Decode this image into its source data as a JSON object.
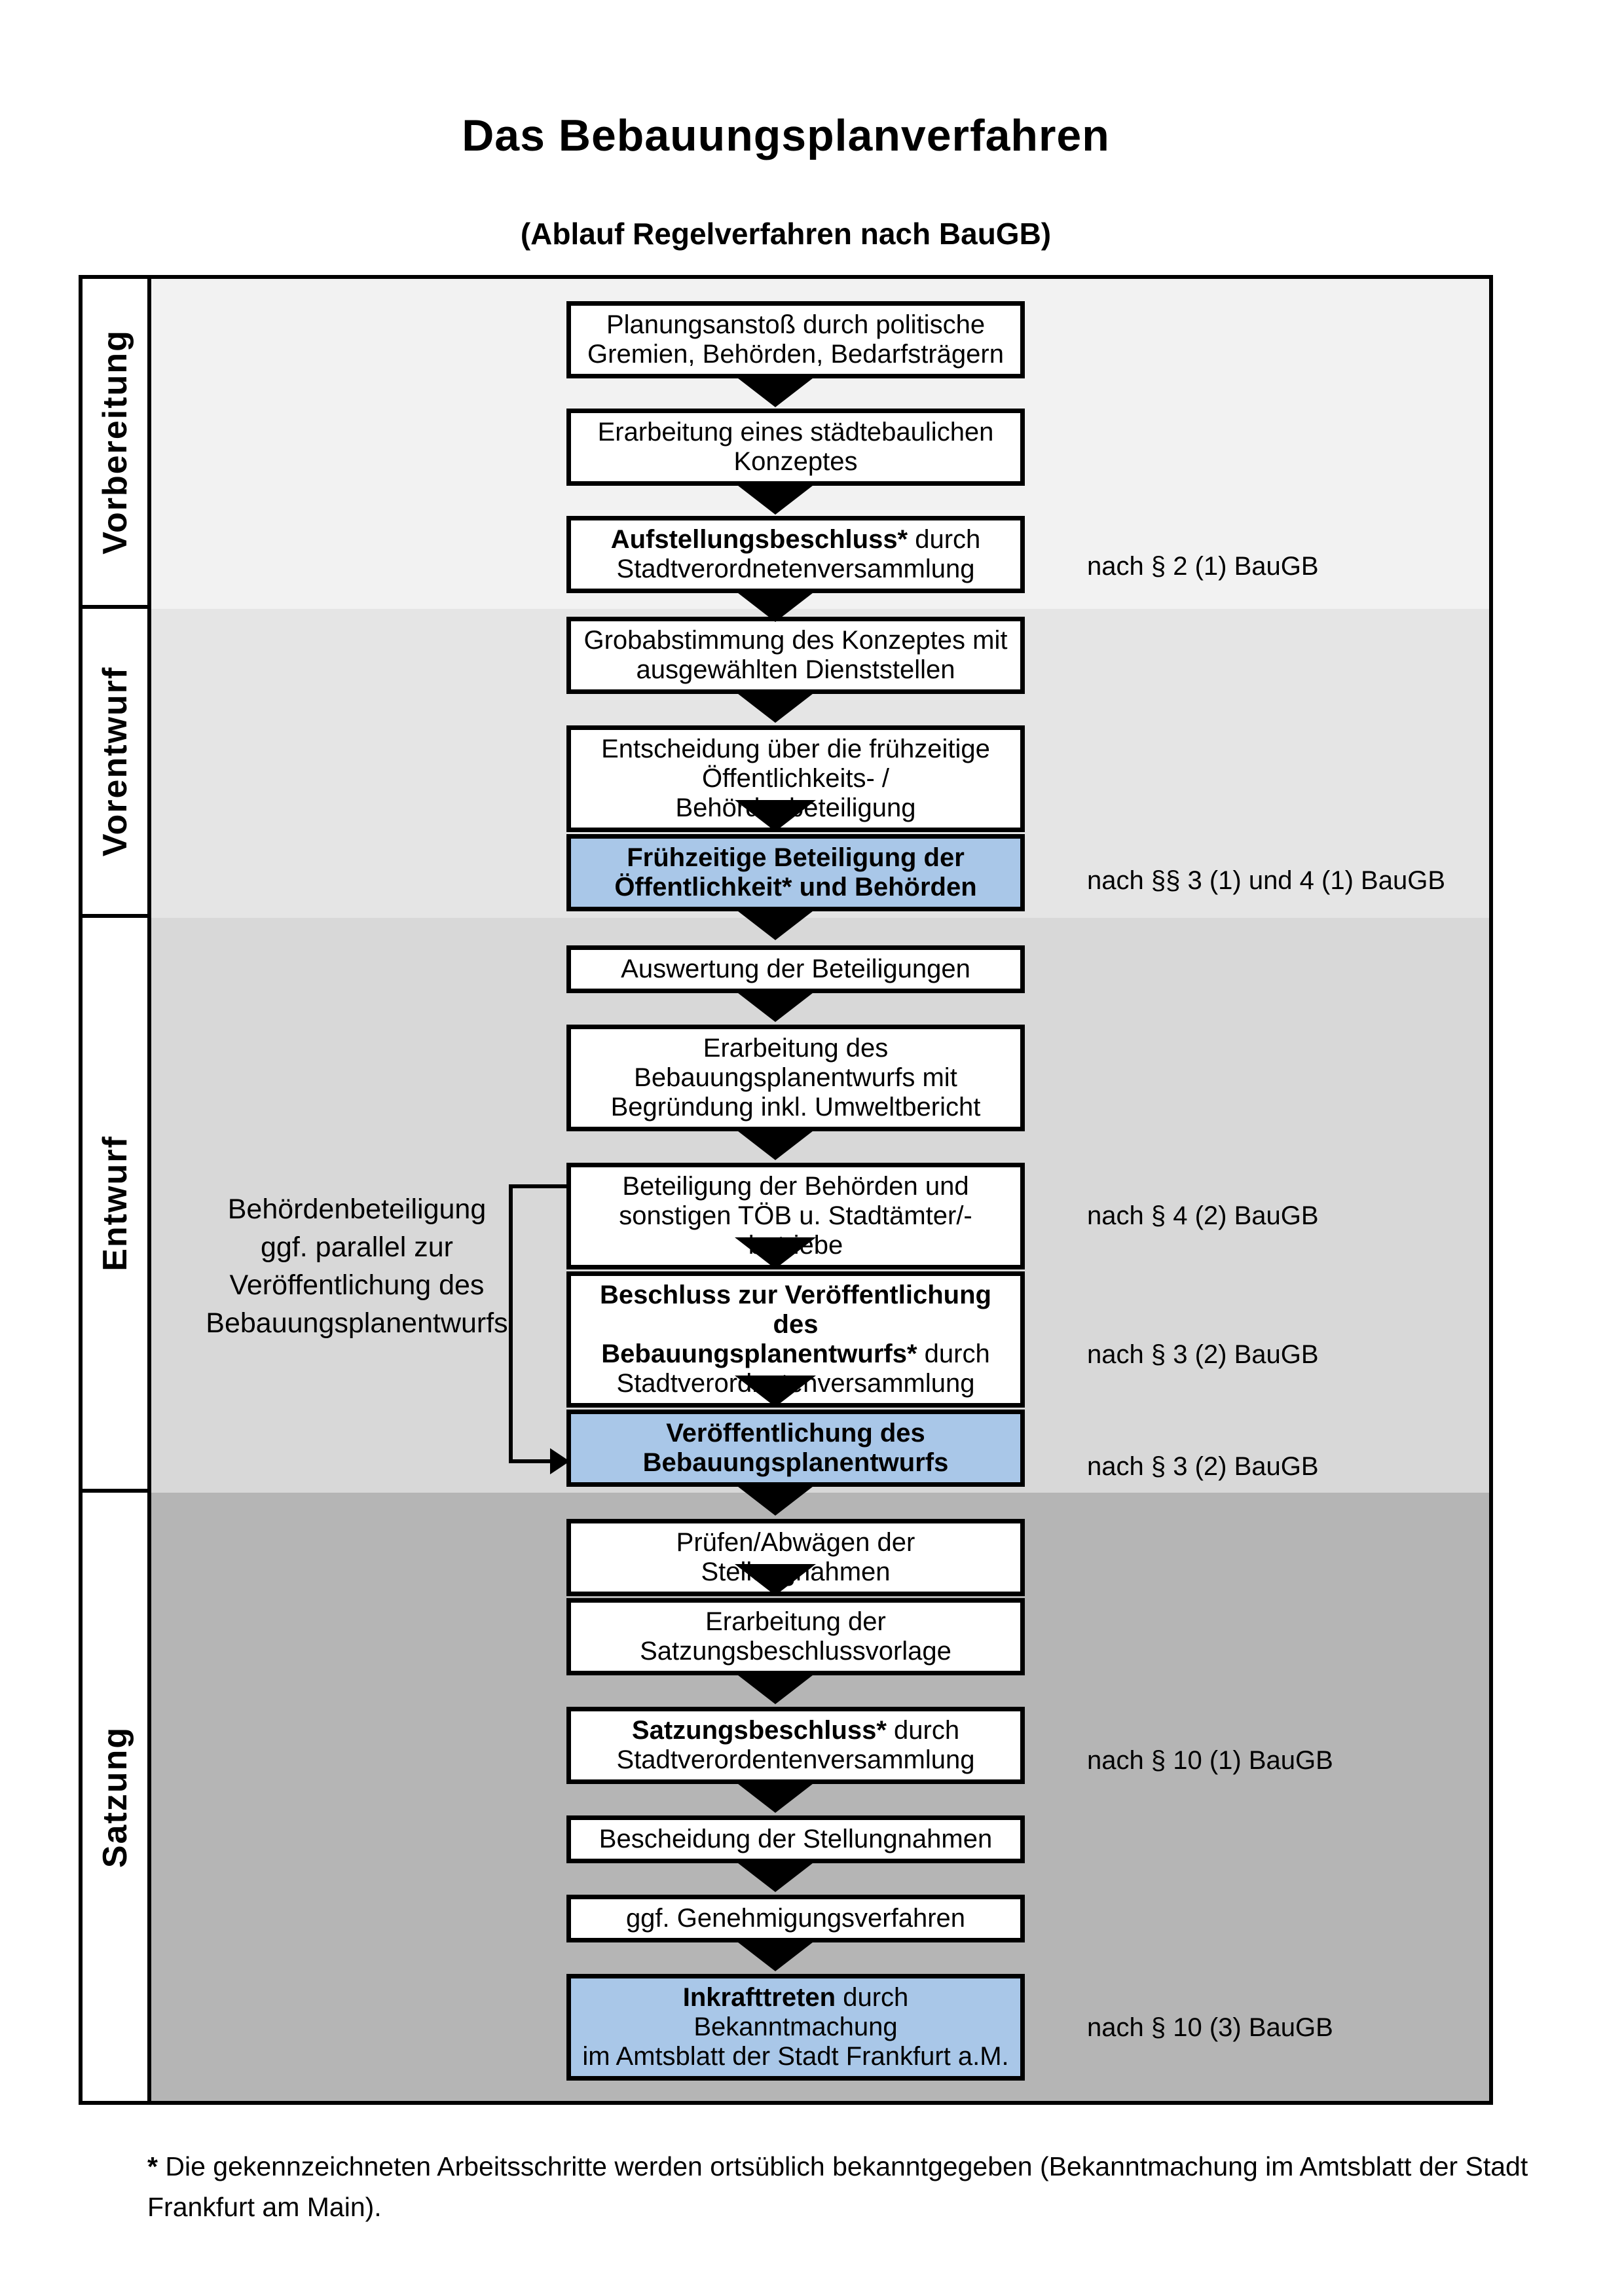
{
  "title": "Das Bebauungsplanverfahren",
  "subtitle": "(Ablauf Regelverfahren nach BauGB)",
  "phases": [
    {
      "label": "Vorbereitung"
    },
    {
      "label": "Vorentwurf"
    },
    {
      "label": "Entwurf"
    },
    {
      "label": "Satzung"
    }
  ],
  "flow": {
    "boxes": [
      {
        "highlight": false,
        "lines": [
          {
            "segments": [
              {
                "text": "Planungsanstoß durch politische",
                "bold": false
              }
            ]
          },
          {
            "segments": [
              {
                "text": "Gremien, Behörden, Bedarfsträgern",
                "bold": false
              }
            ]
          }
        ]
      },
      {
        "highlight": false,
        "lines": [
          {
            "segments": [
              {
                "text": "Erarbeitung eines städtebaulichen",
                "bold": false
              }
            ]
          },
          {
            "segments": [
              {
                "text": "Konzeptes",
                "bold": false
              }
            ]
          }
        ]
      },
      {
        "highlight": false,
        "lines": [
          {
            "segments": [
              {
                "text": "Aufstellungsbeschluss*",
                "bold": true
              },
              {
                "text": " durch",
                "bold": false
              }
            ]
          },
          {
            "segments": [
              {
                "text": "Stadtverordnetenversammlung",
                "bold": false
              }
            ]
          }
        ]
      },
      {
        "highlight": false,
        "lines": [
          {
            "segments": [
              {
                "text": "Grobabstimmung des Konzeptes mit",
                "bold": false
              }
            ]
          },
          {
            "segments": [
              {
                "text": "ausgewählten Dienststellen",
                "bold": false
              }
            ]
          }
        ]
      },
      {
        "highlight": false,
        "lines": [
          {
            "segments": [
              {
                "text": "Entscheidung über die frühzeitige",
                "bold": false
              }
            ]
          },
          {
            "segments": [
              {
                "text": "Öffentlichkeits- / Behördenbeteiligung",
                "bold": false
              }
            ]
          }
        ]
      },
      {
        "highlight": true,
        "lines": [
          {
            "segments": [
              {
                "text": "Frühzeitige Beteiligung der",
                "bold": true
              }
            ]
          },
          {
            "segments": [
              {
                "text": "Öffentlichkeit* und Behörden",
                "bold": true
              }
            ]
          }
        ]
      },
      {
        "highlight": false,
        "lines": [
          {
            "segments": [
              {
                "text": "Auswertung der Beteiligungen",
                "bold": false
              }
            ]
          }
        ]
      },
      {
        "highlight": false,
        "lines": [
          {
            "segments": [
              {
                "text": "Erarbeitung des",
                "bold": false
              }
            ]
          },
          {
            "segments": [
              {
                "text": "Bebauungsplanentwurfs mit",
                "bold": false
              }
            ]
          },
          {
            "segments": [
              {
                "text": "Begründung inkl. Umweltbericht",
                "bold": false
              }
            ]
          }
        ]
      },
      {
        "highlight": false,
        "lines": [
          {
            "segments": [
              {
                "text": "Beteiligung der Behörden und",
                "bold": false
              }
            ]
          },
          {
            "segments": [
              {
                "text": "sonstigen TÖB u. Stadtämter/-betriebe",
                "bold": false
              }
            ]
          }
        ]
      },
      {
        "highlight": false,
        "lines": [
          {
            "segments": [
              {
                "text": "Beschluss zur Veröffentlichung des",
                "bold": true
              }
            ]
          },
          {
            "segments": [
              {
                "text": "Bebauungsplanentwurfs*",
                "bold": true
              },
              {
                "text": " durch",
                "bold": false
              }
            ]
          },
          {
            "segments": [
              {
                "text": "Stadtverordnetenversammlung",
                "bold": false
              }
            ]
          }
        ]
      },
      {
        "highlight": true,
        "lines": [
          {
            "segments": [
              {
                "text": "Veröffentlichung des",
                "bold": true
              }
            ]
          },
          {
            "segments": [
              {
                "text": "Bebauungsplanentwurfs",
                "bold": true
              }
            ]
          }
        ]
      },
      {
        "highlight": false,
        "lines": [
          {
            "segments": [
              {
                "text": "Prüfen/Abwägen der Stellungnahmen",
                "bold": false
              }
            ]
          }
        ]
      },
      {
        "highlight": false,
        "lines": [
          {
            "segments": [
              {
                "text": "Erarbeitung der",
                "bold": false
              }
            ]
          },
          {
            "segments": [
              {
                "text": "Satzungsbeschlussvorlage",
                "bold": false
              }
            ]
          }
        ]
      },
      {
        "highlight": false,
        "lines": [
          {
            "segments": [
              {
                "text": "Satzungsbeschluss*",
                "bold": true
              },
              {
                "text": " durch",
                "bold": false
              }
            ]
          },
          {
            "segments": [
              {
                "text": "Stadtverordentenversammlung",
                "bold": false
              }
            ]
          }
        ]
      },
      {
        "highlight": false,
        "lines": [
          {
            "segments": [
              {
                "text": "Bescheidung der Stellungnahmen",
                "bold": false
              }
            ]
          }
        ]
      },
      {
        "highlight": false,
        "lines": [
          {
            "segments": [
              {
                "text": "ggf. Genehmigungsverfahren",
                "bold": false
              }
            ]
          }
        ]
      },
      {
        "highlight": true,
        "lines": [
          {
            "segments": [
              {
                "text": "Inkrafttreten",
                "bold": true
              },
              {
                "text": " durch Bekanntmachung",
                "bold": false
              }
            ]
          },
          {
            "segments": [
              {
                "text": "im Amtsblatt der Stadt Frankfurt a.M.",
                "bold": false
              }
            ]
          }
        ]
      }
    ]
  },
  "side_note": {
    "lines": [
      "Behördenbeteiligung",
      "ggf. parallel zur",
      "Veröffentlichung des",
      "Bebauungsplanentwurfs"
    ]
  },
  "law_refs": [
    {
      "text": "nach § 2 (1) BauGB"
    },
    {
      "text": "nach §§ 3 (1) und 4 (1) BauGB"
    },
    {
      "text": "nach § 4 (2) BauGB"
    },
    {
      "text": "nach § 3 (2) BauGB"
    },
    {
      "text": "nach § 3 (2) BauGB"
    },
    {
      "text": "nach § 10 (1) BauGB"
    },
    {
      "text": "nach § 10 (3) BauGB"
    }
  ],
  "footnote": {
    "marker": "*",
    "line1": " Die gekennzeichneten Arbeitsschritte werden ortsüblich bekanntgegeben (Bekanntmachung im Amtsblatt  der Stadt",
    "line2": "Frankfurt am Main)."
  },
  "colors": {
    "highlight_blue": "#a9c7e8",
    "band_vorbereitung": "#f2f2f2",
    "band_vorentwurf": "#e5e5e5",
    "band_entwurf": "#d8d8d8",
    "band_satzung": "#b5b5b5"
  }
}
